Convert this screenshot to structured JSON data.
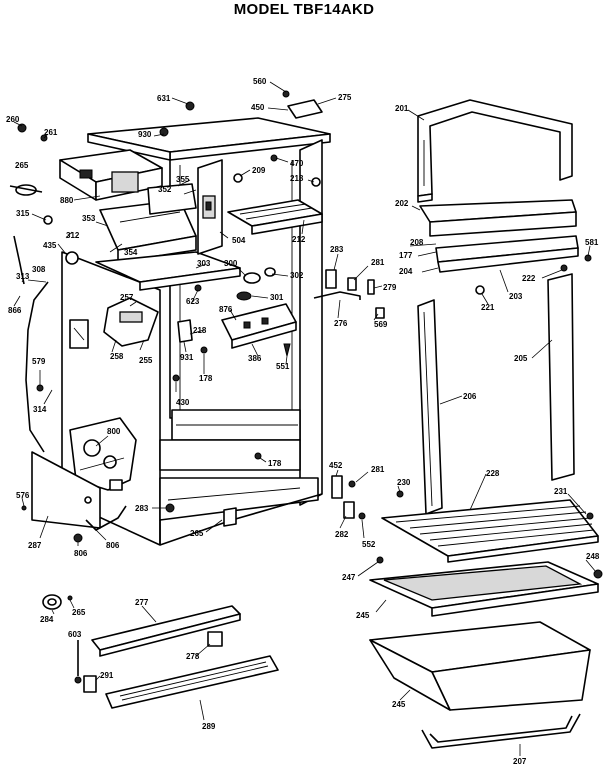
{
  "title": "MODEL TBF14AKD",
  "parts": [
    {
      "id": "p560",
      "text": "560"
    },
    {
      "id": "p631",
      "text": "631"
    },
    {
      "id": "p450",
      "text": "450"
    },
    {
      "id": "p275",
      "text": "275"
    },
    {
      "id": "p201",
      "text": "201"
    },
    {
      "id": "p260",
      "text": "260"
    },
    {
      "id": "p261",
      "text": "261"
    },
    {
      "id": "p930",
      "text": "930"
    },
    {
      "id": "p470",
      "text": "470"
    },
    {
      "id": "p265a",
      "text": "265"
    },
    {
      "id": "p209a",
      "text": "209"
    },
    {
      "id": "p218a",
      "text": "218"
    },
    {
      "id": "p352",
      "text": "352"
    },
    {
      "id": "p355",
      "text": "355"
    },
    {
      "id": "p880",
      "text": "880"
    },
    {
      "id": "p315",
      "text": "315"
    },
    {
      "id": "p353",
      "text": "353"
    },
    {
      "id": "p312",
      "text": "312"
    },
    {
      "id": "p354",
      "text": "354"
    },
    {
      "id": "p435",
      "text": "435"
    },
    {
      "id": "p504",
      "text": "504"
    },
    {
      "id": "p212",
      "text": "212"
    },
    {
      "id": "p202",
      "text": "202"
    },
    {
      "id": "p208",
      "text": "208"
    },
    {
      "id": "p177",
      "text": "177"
    },
    {
      "id": "p581",
      "text": "581"
    },
    {
      "id": "p204",
      "text": "204"
    },
    {
      "id": "p222",
      "text": "222"
    },
    {
      "id": "p203",
      "text": "203"
    },
    {
      "id": "p283a",
      "text": "283"
    },
    {
      "id": "p281a",
      "text": "281"
    },
    {
      "id": "p279",
      "text": "279"
    },
    {
      "id": "p221",
      "text": "221"
    },
    {
      "id": "p303",
      "text": "303"
    },
    {
      "id": "p300",
      "text": "300"
    },
    {
      "id": "p302",
      "text": "302"
    },
    {
      "id": "p301",
      "text": "301"
    },
    {
      "id": "p308",
      "text": "308"
    },
    {
      "id": "p313",
      "text": "313"
    },
    {
      "id": "p866",
      "text": "866"
    },
    {
      "id": "p257",
      "text": "257"
    },
    {
      "id": "p623",
      "text": "623"
    },
    {
      "id": "p218b",
      "text": "218"
    },
    {
      "id": "p876",
      "text": "876"
    },
    {
      "id": "p276",
      "text": "276"
    },
    {
      "id": "p569",
      "text": "569"
    },
    {
      "id": "p258",
      "text": "258"
    },
    {
      "id": "p255",
      "text": "255"
    },
    {
      "id": "p931",
      "text": "931"
    },
    {
      "id": "p386",
      "text": "386"
    },
    {
      "id": "p551",
      "text": "551"
    },
    {
      "id": "p205",
      "text": "205"
    },
    {
      "id": "p579",
      "text": "579"
    },
    {
      "id": "p178a",
      "text": "178"
    },
    {
      "id": "p430",
      "text": "430"
    },
    {
      "id": "p206",
      "text": "206"
    },
    {
      "id": "p314",
      "text": "314"
    },
    {
      "id": "p800",
      "text": "800"
    },
    {
      "id": "p178b",
      "text": "178"
    },
    {
      "id": "p452",
      "text": "452"
    },
    {
      "id": "p281b",
      "text": "281"
    },
    {
      "id": "p228",
      "text": "228"
    },
    {
      "id": "p230",
      "text": "230"
    },
    {
      "id": "p231",
      "text": "231"
    },
    {
      "id": "p576",
      "text": "576"
    },
    {
      "id": "p283b",
      "text": "283"
    },
    {
      "id": "p265b",
      "text": "265"
    },
    {
      "id": "p282",
      "text": "282"
    },
    {
      "id": "p552",
      "text": "552"
    },
    {
      "id": "p287",
      "text": "287"
    },
    {
      "id": "p806a",
      "text": "806"
    },
    {
      "id": "p806b",
      "text": "806"
    },
    {
      "id": "p248",
      "text": "248"
    },
    {
      "id": "p247",
      "text": "247"
    },
    {
      "id": "p284",
      "text": "284"
    },
    {
      "id": "p265c",
      "text": "265"
    },
    {
      "id": "p277",
      "text": "277"
    },
    {
      "id": "p245a",
      "text": "245"
    },
    {
      "id": "p603",
      "text": "603"
    },
    {
      "id": "p278",
      "text": "278"
    },
    {
      "id": "p291",
      "text": "291"
    },
    {
      "id": "p245b",
      "text": "245"
    },
    {
      "id": "p289",
      "text": "289"
    },
    {
      "id": "p207",
      "text": "207"
    }
  ]
}
